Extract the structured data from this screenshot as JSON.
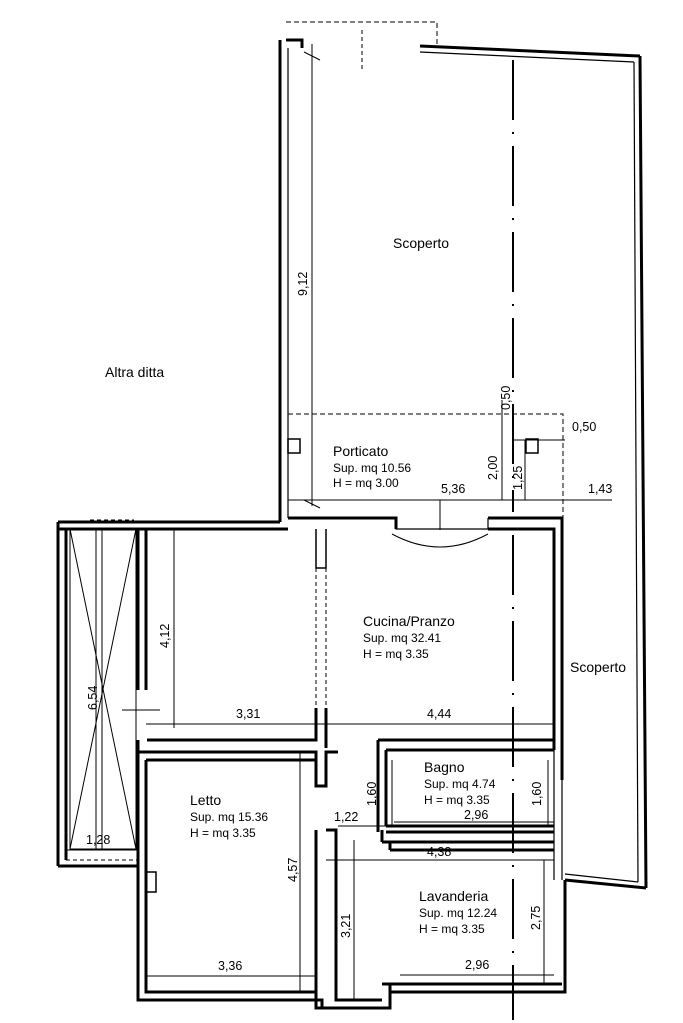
{
  "outside": {
    "altra_ditta": "Altra ditta",
    "scoperto_top": "Scoperto",
    "scoperto_right": "Scoperto"
  },
  "rooms": {
    "porticato": {
      "name": "Porticato",
      "sup": "Sup. mq 10.56",
      "h": "H = mq 3.00"
    },
    "cucina": {
      "name": "Cucina/Pranzo",
      "sup": "Sup. mq 32.41",
      "h": "H = mq 3.35"
    },
    "bagno": {
      "name": "Bagno",
      "sup": "Sup. mq 4.74",
      "h": "H = mq 3.35"
    },
    "letto": {
      "name": "Letto",
      "sup": "Sup. mq 15.36",
      "h": "H = mq 3.35"
    },
    "lavanderia": {
      "name": "Lavanderia",
      "sup": "Sup. mq 12.24",
      "h": "H = mq 3.35"
    }
  },
  "dimensions": {
    "scoperto_depth": "9,12",
    "offset_050_v": "0,50",
    "offset_050_h": "0,50",
    "porticato_depth": "2,00",
    "porticato_width": "5,36",
    "post_125": "1,25",
    "edge_143": "1,43",
    "room_412": "4,12",
    "room_331": "3,31",
    "cucina_444": "4,44",
    "stair_654": "6,54",
    "stair_128": "1,28",
    "hall_160": "1,60",
    "hall_122": "1,22",
    "bagno_160": "1,60",
    "bagno_296": "2,96",
    "lav_438": "4,38",
    "letto_457": "4,57",
    "lav_275": "2,75",
    "hall_321": "3,21",
    "letto_336": "3,36",
    "lav_296": "2,96"
  }
}
